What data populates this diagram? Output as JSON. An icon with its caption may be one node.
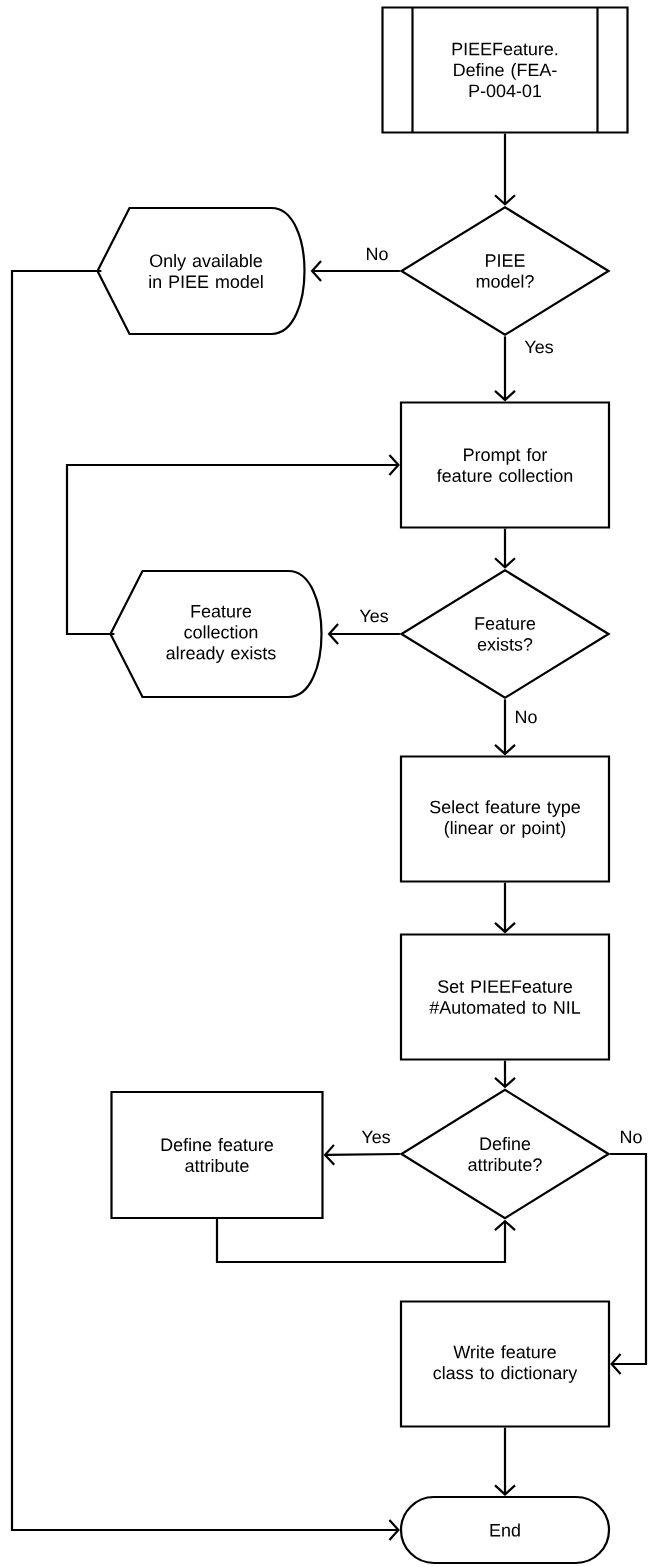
{
  "diagram": {
    "nodes": [
      {
        "text": [
          "PIEEFeature. Define (FEA-P-004-01"
        ]
      },
      {
        "text": [
          "PIEE model?"
        ]
      },
      {
        "text": [
          "Only available in PIEE model"
        ]
      },
      {
        "text": [
          "Prompt for feature collection"
        ]
      },
      {
        "text": [
          "Feature exists?"
        ]
      },
      {
        "text": [
          "Feature collection already exists"
        ]
      },
      {
        "text": [
          "Select feature type (linear or point)"
        ]
      },
      {
        "text": [
          "Set PIEEFeature #Automated to NIL"
        ]
      },
      {
        "text": [
          "Define attribute?"
        ]
      },
      {
        "text": [
          "Define feature attribute"
        ]
      },
      {
        "text": [
          "Write feature class to dictionary"
        ]
      },
      {
        "text": [
          "End"
        ]
      }
    ],
    "edges": [
      {
        "from": 0,
        "to": 1,
        "arrow": "to"
      },
      {
        "from": 1,
        "to": 2,
        "arrow": "to",
        "label": "No"
      },
      {
        "from": 1,
        "to": 3,
        "arrow": "to",
        "label": "Yes"
      },
      {
        "from": 3,
        "to": 4,
        "arrow": "to"
      },
      {
        "from": 4,
        "to": 5,
        "arrow": "to",
        "label": "Yes"
      },
      {
        "from": 5,
        "to": 3,
        "arrow": "to"
      },
      {
        "from": 4,
        "to": 6,
        "arrow": "to",
        "label": "No"
      },
      {
        "from": 6,
        "to": 7,
        "arrow": "to"
      },
      {
        "from": 7,
        "to": 8,
        "arrow": "to"
      },
      {
        "from": 8,
        "to": 9,
        "arrow": "to",
        "label": "Yes"
      },
      {
        "from": 9,
        "to": 8,
        "arrow": "to"
      },
      {
        "from": 8,
        "to": 10,
        "arrow": "to",
        "label": "No"
      },
      {
        "from": 10,
        "to": 11,
        "arrow": "to"
      },
      {
        "from": 2,
        "to": 11,
        "arrow": "to"
      }
    ]
  }
}
